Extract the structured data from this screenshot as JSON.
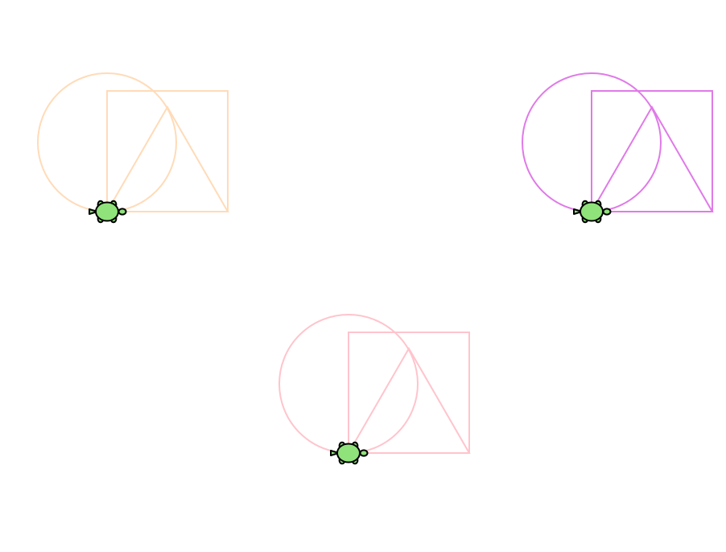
{
  "canvas": {
    "background": "#ffffff"
  },
  "turtle": {
    "icon": "turtle-icon",
    "fill_color": "#90e27a",
    "outline_color": "#000000",
    "heading": "east"
  },
  "drawings": [
    {
      "id": "drawing-1",
      "pen_color": "#ffdbb8",
      "shapes": [
        "circle",
        "square",
        "triangle"
      ]
    },
    {
      "id": "drawing-2",
      "pen_color": "#e07ae8",
      "shapes": [
        "circle",
        "square",
        "triangle"
      ]
    },
    {
      "id": "drawing-3",
      "pen_color": "#ffc4cc",
      "shapes": [
        "circle",
        "square",
        "triangle"
      ]
    }
  ]
}
